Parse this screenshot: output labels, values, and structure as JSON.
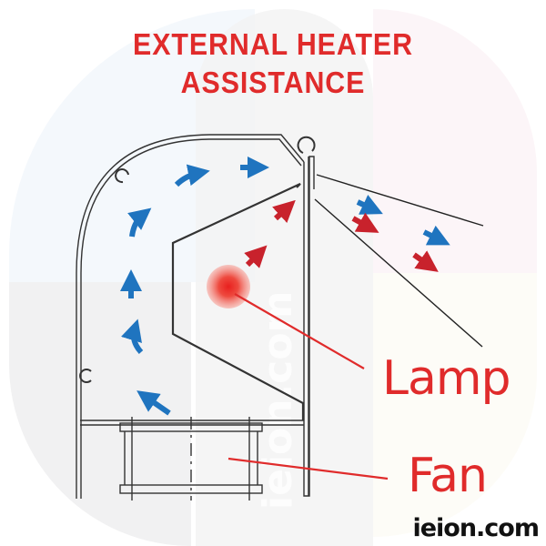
{
  "title": {
    "line1": "EXTERNAL HEATER",
    "line2": "ASSISTANCE"
  },
  "labels": {
    "lamp": "Lamp",
    "fan": "Fan"
  },
  "brand": "ieion.com",
  "watermark_text": "ieion.com",
  "colors": {
    "title_red": "#e02b2b",
    "label_red": "#e02b2b",
    "cool_air_blue": "#1f74bf",
    "hot_air_red": "#c8222c",
    "outline": "#333333",
    "brand_text": "#111111"
  },
  "diagram": {
    "components": [
      "housing",
      "reflector",
      "lamp",
      "fan",
      "front-panel",
      "outlet-vanes"
    ],
    "airflow": {
      "cool_arrows": 9,
      "hot_arrows": 5
    }
  }
}
